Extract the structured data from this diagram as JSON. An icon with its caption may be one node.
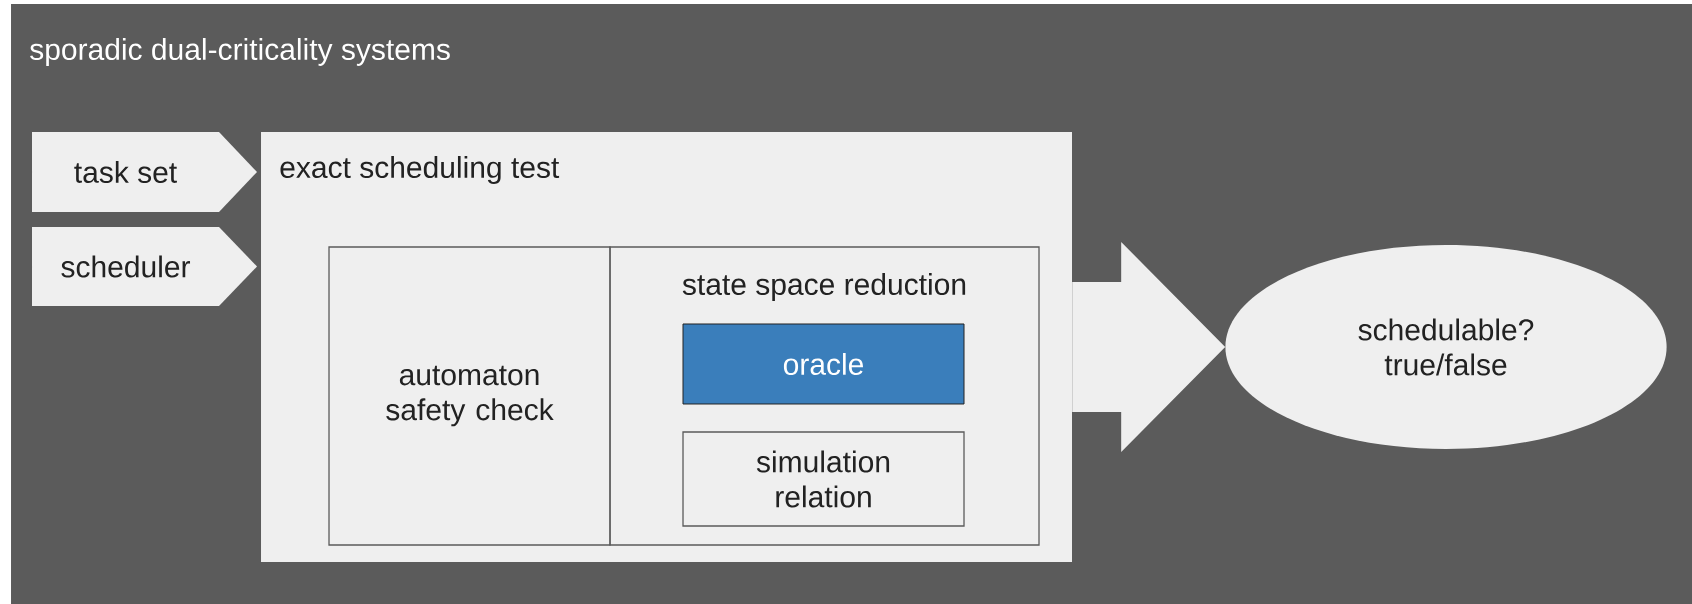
{
  "diagram": {
    "nodes": [
      {
        "text": [
          "sporadic dual-criticality systems"
        ]
      },
      {
        "text": [
          "task set"
        ],
        "in": 0
      },
      {
        "text": [
          "scheduler"
        ],
        "in": 0
      },
      {
        "text": [
          "exact scheduling test"
        ],
        "in": 0
      },
      {
        "text": [
          "automaton safety check"
        ],
        "in": 3
      },
      {
        "text": [
          "state space reduction"
        ],
        "in": 3
      },
      {
        "text": [
          "oracle"
        ],
        "in": 5
      },
      {
        "text": [
          "simulation relation"
        ],
        "in": 5
      },
      {
        "text": [
          "schedulable? true/false"
        ],
        "in": 0
      }
    ],
    "edges": [
      {
        "from": 3,
        "to": 8,
        "arrow": "to"
      }
    ]
  }
}
